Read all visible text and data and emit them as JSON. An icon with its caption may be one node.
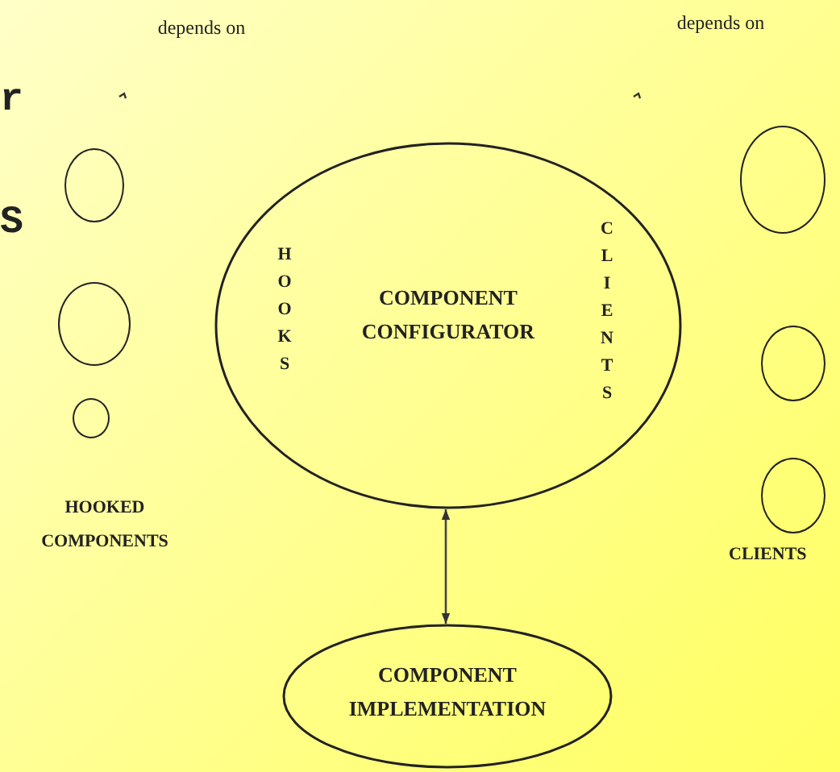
{
  "diagram": {
    "nodes": [
      {
        "text": [
          "HOOKS",
          "COMPONENT CONFIGURATOR",
          "CLIENTS"
        ]
      },
      {
        "text": [],
        "shape": "circle"
      },
      {
        "text": [],
        "shape": "circle"
      },
      {
        "text": [],
        "shape": "circle"
      },
      {
        "text": [],
        "shape": "circle"
      },
      {
        "text": [],
        "shape": "circle"
      },
      {
        "text": [],
        "shape": "circle"
      },
      {
        "text": [
          "COMPONENT IMPLEMENTATION"
        ]
      }
    ],
    "edges": [
      {
        "from": 0,
        "to": 7,
        "arrow": "both"
      }
    ],
    "labels": [
      "depends on",
      "depends on",
      "r",
      "S",
      "HOOKED COMPONENTS",
      "CLIENTS"
    ]
  }
}
